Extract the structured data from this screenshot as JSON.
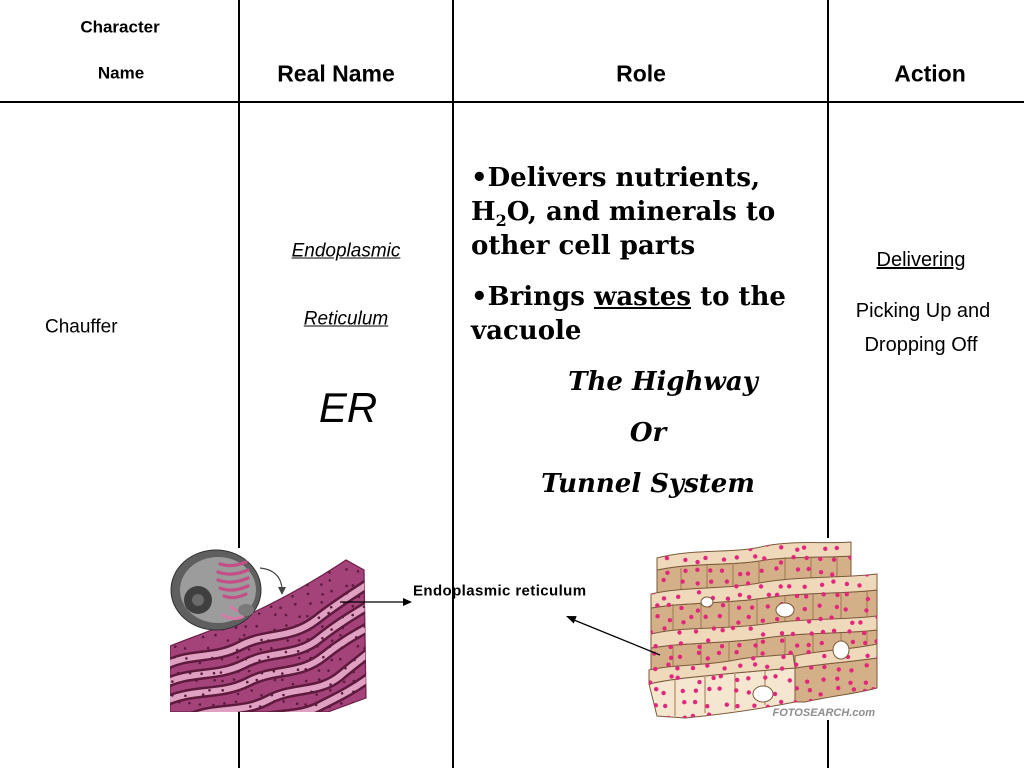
{
  "slide": {
    "headers": {
      "character_line1": "Character",
      "character_line2": "Name",
      "real_name": "Real Name",
      "role": "Role",
      "action": "Action"
    },
    "row": {
      "character_name": "Chauffer",
      "real_name": {
        "line1": "Endoplasmic",
        "line2": "Reticulum",
        "abbreviation": "ER"
      },
      "role": {
        "bullet": "•",
        "item1": {
          "line1": "Delivers nutrients,",
          "line2_before_sub": "H",
          "line2_sub": "2",
          "line2_after_sub": "O, and minerals to",
          "line3": "other cell parts"
        },
        "item2": {
          "before_underline": "Brings ",
          "underlined": "wastes",
          "after_underline": " to the",
          "line2": "vacuole"
        },
        "analogy": {
          "line1": "The Highway",
          "line2": "Or",
          "line3": "Tunnel System"
        }
      },
      "action": {
        "underlined": "Delivering",
        "line1": "Picking Up and",
        "line2": "Dropping Off"
      }
    },
    "figure": {
      "label": "Endoplasmic reticulum",
      "watermark": "FOTOSEARCH.com"
    },
    "colors": {
      "text": "#000000",
      "grid_lines": "#000000",
      "er_membrane": "#a3437a",
      "er_channel": "#e0a0c2",
      "rough_er_sheet": "#efd9bb",
      "ribosome": "#e3267c"
    }
  }
}
